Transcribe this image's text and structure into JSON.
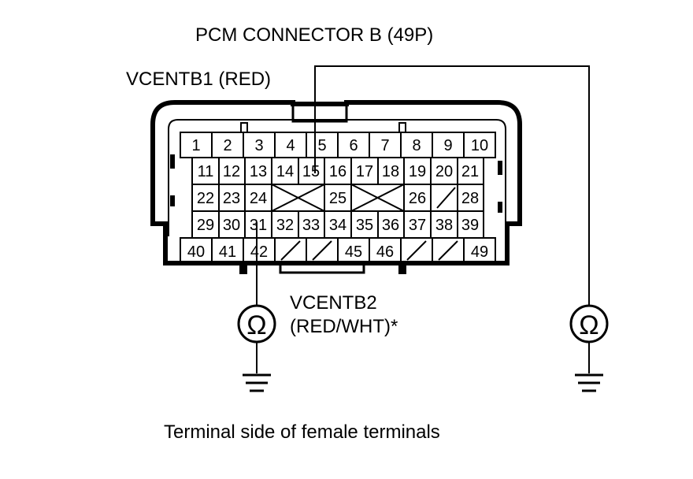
{
  "title": "PCM CONNECTOR B (49P)",
  "labels": {
    "vcentb1": "VCENTB1 (RED)",
    "vcentb2_name": "VCENTB2",
    "vcentb2_color": "(RED/WHT)*",
    "footer": "Terminal side of female terminals"
  },
  "symbols": {
    "ohm_left": "Ω",
    "ohm_right": "Ω"
  },
  "pins": {
    "row1": [
      "1",
      "2",
      "3",
      "4",
      "5",
      "6",
      "7",
      "8",
      "9",
      "10"
    ],
    "row2": [
      "11",
      "12",
      "13",
      "14",
      "15",
      "16",
      "17",
      "18",
      "19",
      "20",
      "21"
    ],
    "row3": [
      "22",
      "23",
      "24",
      "25",
      "26",
      "28"
    ],
    "row4": [
      "29",
      "30",
      "31",
      "32",
      "33",
      "34",
      "35",
      "36",
      "37",
      "38",
      "39"
    ],
    "row5": [
      "40",
      "41",
      "42",
      "45",
      "46",
      "49"
    ]
  },
  "colors": {
    "line": "#000000",
    "background": "#ffffff"
  }
}
